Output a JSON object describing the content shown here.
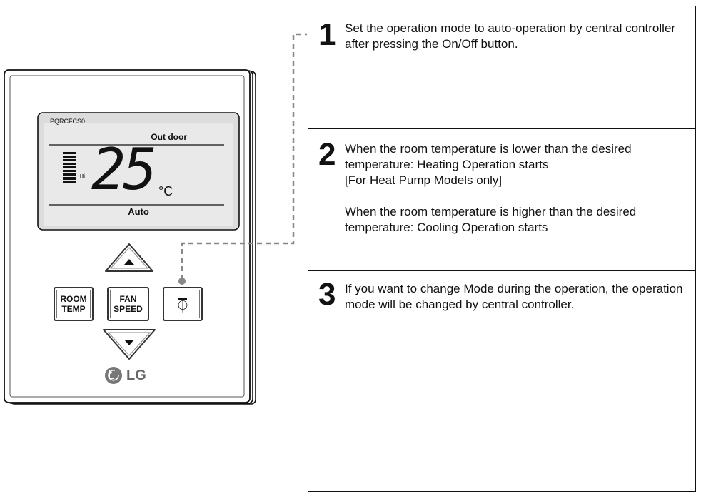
{
  "device": {
    "model": "PQRCFCS0",
    "outdoor_label": "Out door",
    "fan_level": "Hi",
    "temperature": "25",
    "temp_unit": "°C",
    "mode_label": "Auto",
    "room_temp_key": [
      "ROOM",
      "TEMP"
    ],
    "fan_speed_key": [
      "FAN",
      "SPEED"
    ],
    "power_symbol": "⏀",
    "brand": "LG"
  },
  "steps": [
    {
      "number": "1",
      "lines": [
        "Set the operation mode to auto-operation by central controller after pressing the On/Off button."
      ]
    },
    {
      "number": "2",
      "lines": [
        "When the room temperature is lower than the desired temperature: Heating Operation starts",
        "[For Heat Pump Models only]",
        "When the room temperature is higher than the desired temperature: Cooling Operation starts"
      ]
    },
    {
      "number": "3",
      "lines": [
        "If you want to change Mode  during the operation, the operation mode will be changed by central controller."
      ]
    }
  ]
}
